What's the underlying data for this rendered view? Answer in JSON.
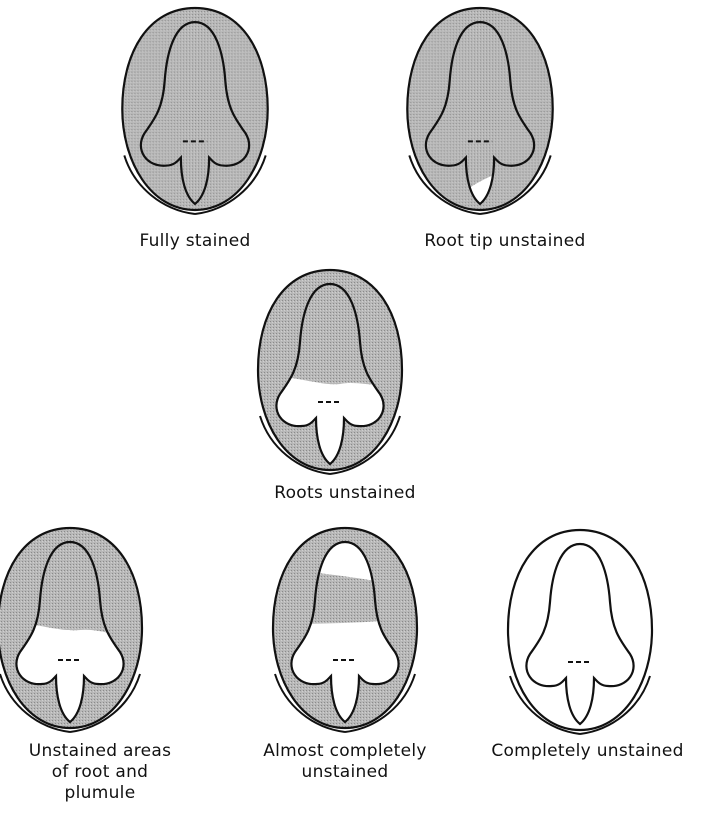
{
  "colors": {
    "stain": "#b2b2b2",
    "outline": "#111111",
    "background": "#ffffff"
  },
  "seeds": [
    {
      "id": "fully-stained",
      "state": "fully-stained",
      "caption_lines": [
        "Fully stained"
      ]
    },
    {
      "id": "root-tip-unstained",
      "state": "root-tip-unstained",
      "caption_lines": [
        "Root tip unstained"
      ]
    },
    {
      "id": "roots-unstained",
      "state": "roots-unstained",
      "caption_lines": [
        "Roots unstained"
      ]
    },
    {
      "id": "unstained-areas",
      "state": "root-and-plumule-areas-unstained",
      "caption_lines": [
        "Unstained areas",
        "of root and",
        "plumule"
      ]
    },
    {
      "id": "almost-completely-unstained",
      "state": "almost-completely-unstained",
      "caption_lines": [
        "Almost completely",
        "unstained"
      ]
    },
    {
      "id": "completely-unstained",
      "state": "completely-unstained",
      "caption_lines": [
        "Completely unstained"
      ]
    }
  ]
}
